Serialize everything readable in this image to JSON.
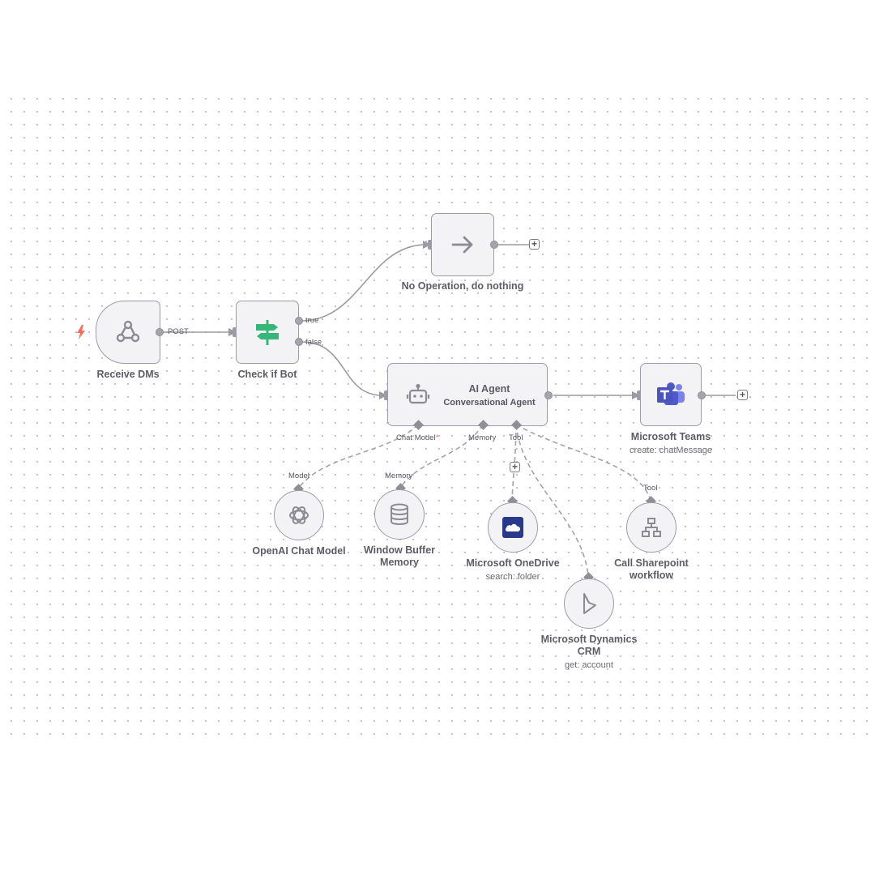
{
  "nodes": {
    "receive": {
      "label": "Receive DMs"
    },
    "check": {
      "label": "Check if Bot"
    },
    "noop": {
      "label": "No Operation, do nothing"
    },
    "agent": {
      "title": "AI Agent",
      "subtitle": "Conversational Agent"
    },
    "teams": {
      "label": "Microsoft Teams",
      "subtitle": "create: chatMessage"
    },
    "openai": {
      "label": "OpenAI Chat Model"
    },
    "memory": {
      "line1": "Window Buffer",
      "line2": "Memory"
    },
    "onedrive": {
      "label": "Microsoft OneDrive",
      "subtitle": "search: folder"
    },
    "sharepoint": {
      "line1": "Call Sharepoint",
      "line2": "workflow"
    },
    "dynamics": {
      "line1": "Microsoft Dynamics",
      "line2": "CRM",
      "subtitle": "get: account"
    }
  },
  "ports": {
    "post": "POST",
    "true": "true",
    "false": "false",
    "chat_model": "Chat Model",
    "chat_model_required": "*",
    "memory": "Memory",
    "tool": "Tool",
    "model": "Model",
    "memory_in": "Memory",
    "tool_in": "Tool"
  },
  "buttons": {
    "add": "+"
  },
  "colors": {
    "trigger": "#ff6d5a",
    "if_green": "#35b779",
    "teams_purple": "#5059c9",
    "onedrive_blue": "#28388a",
    "edge": "#9a9aa3"
  },
  "icons": {
    "trigger": "lightning-icon",
    "webhook": "webhook-icon",
    "if": "signpost-icon",
    "noop": "arrow-right-icon",
    "agent": "robot-icon",
    "teams": "teams-icon",
    "openai": "openai-icon",
    "memory": "database-icon",
    "onedrive": "onedrive-icon",
    "sharepoint": "sitemap-icon",
    "dynamics": "dynamics-icon"
  }
}
